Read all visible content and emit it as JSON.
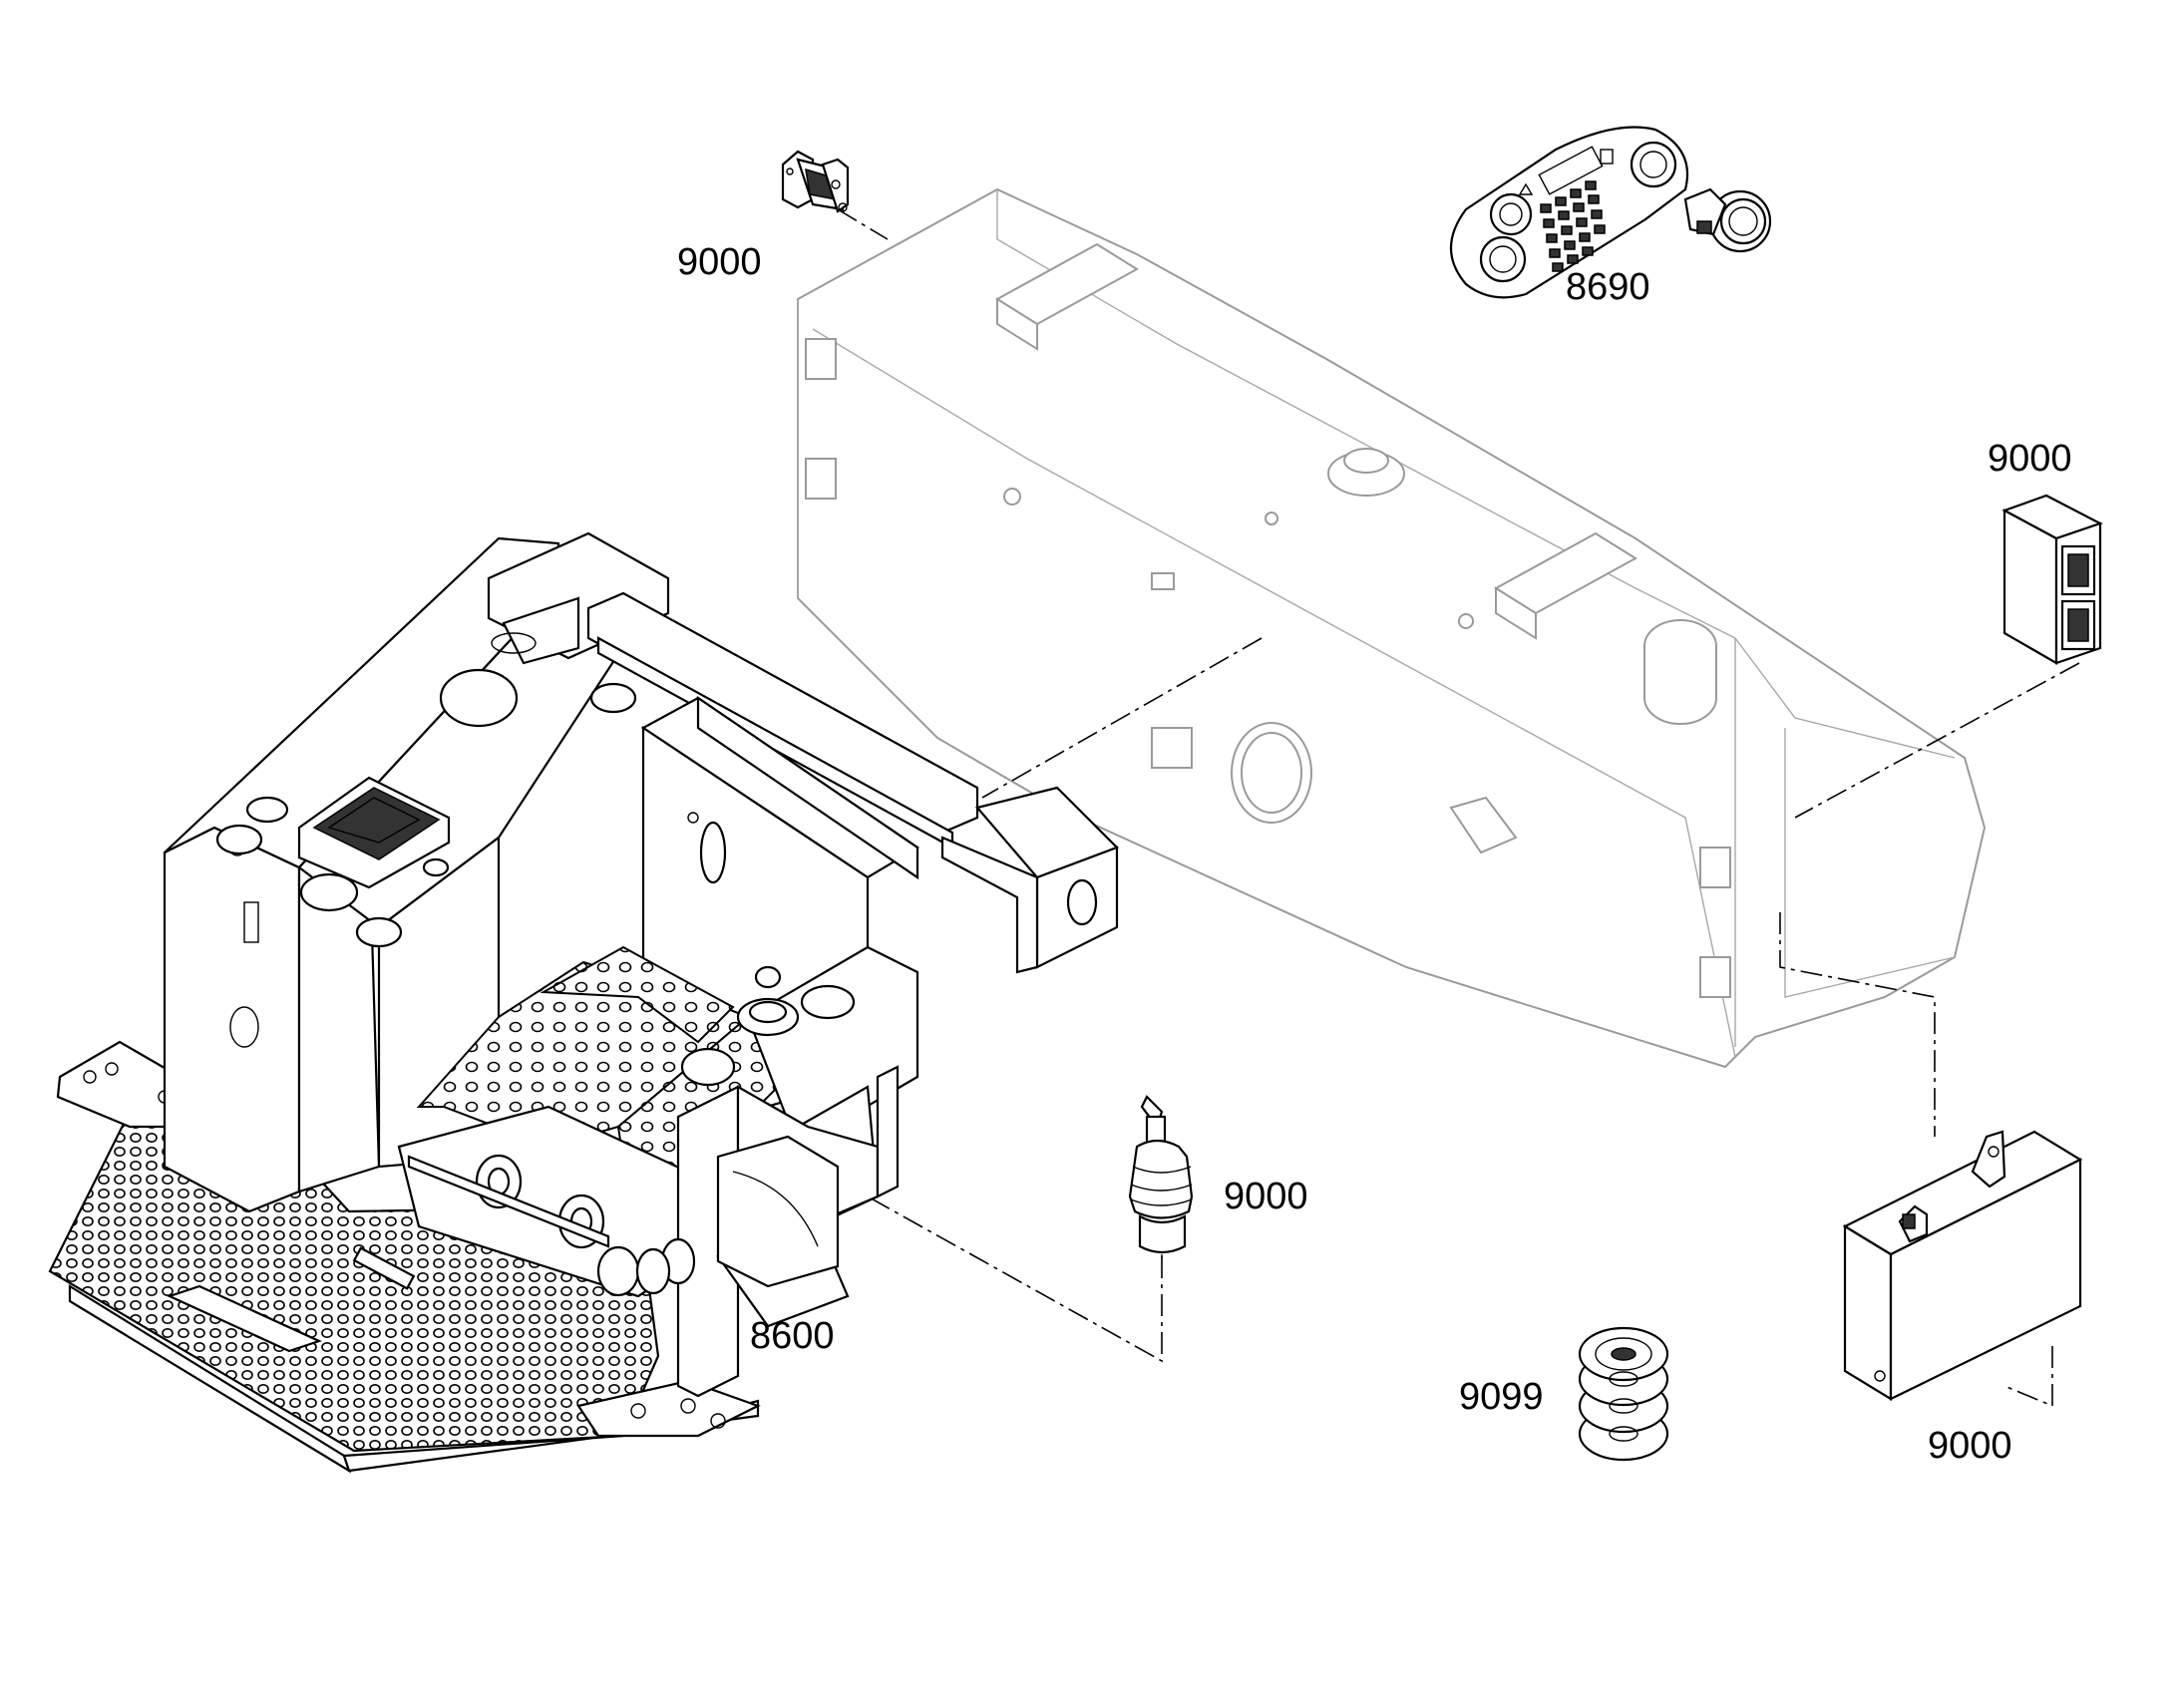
{
  "labels": {
    "switch_top": "9000",
    "instrument_panel": "8690",
    "control_box_right": "9000",
    "joystick": "9000",
    "frame": "8600",
    "spool": "9099",
    "battery_box": "9000"
  },
  "colors": {
    "line": "#000000",
    "ghost": "#9a9a9a",
    "background": "#ffffff"
  }
}
